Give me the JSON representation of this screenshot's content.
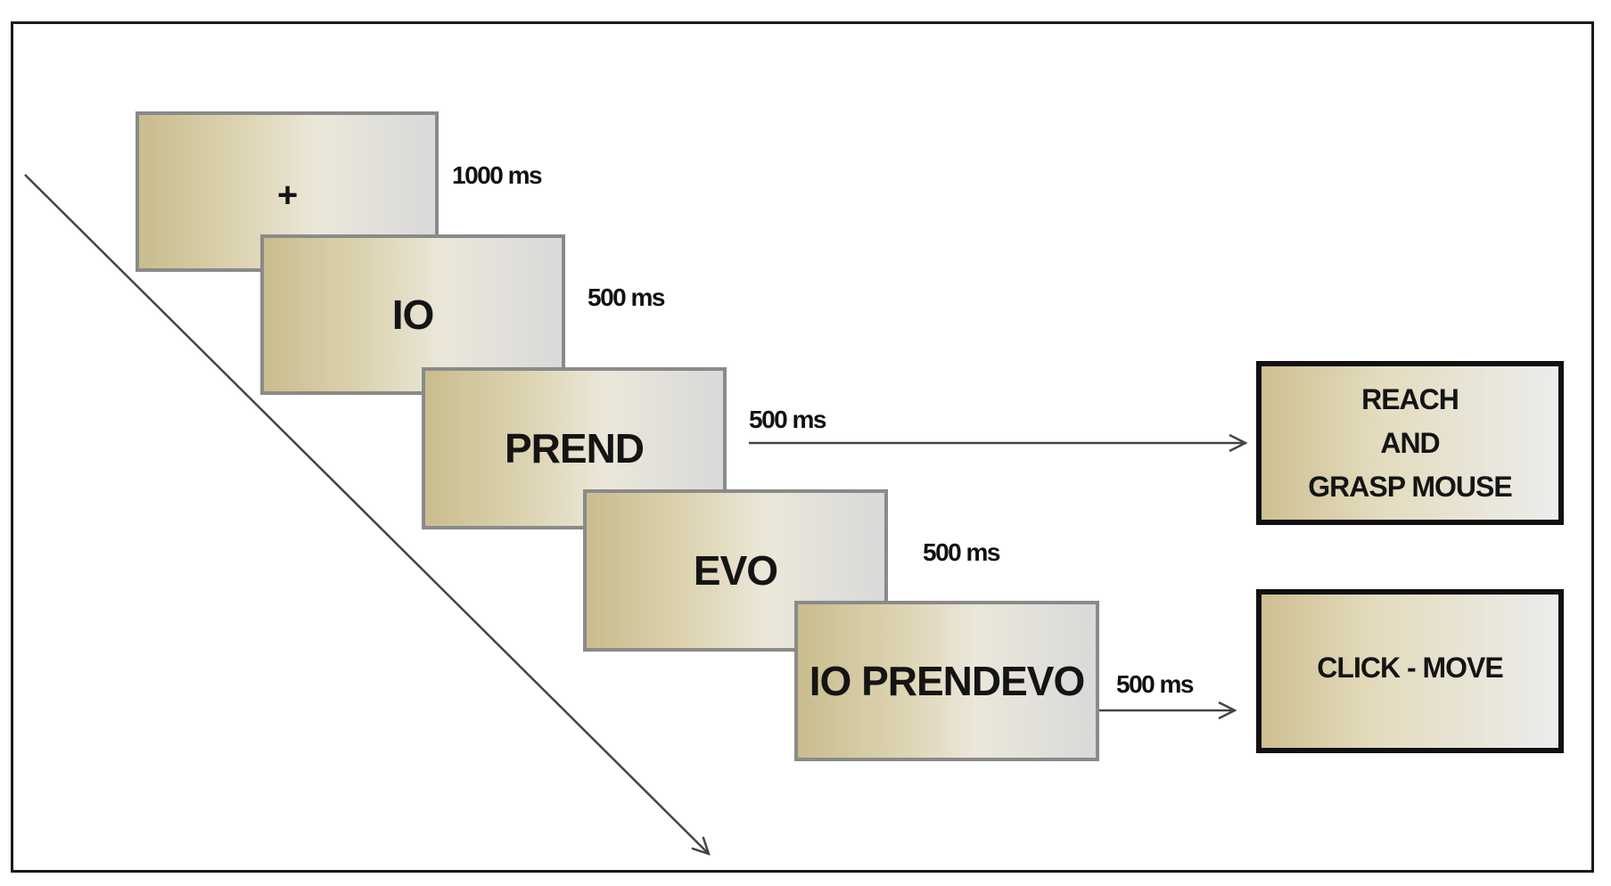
{
  "screens": [
    {
      "label": "+",
      "duration": "1000 ms"
    },
    {
      "label": "IO",
      "duration": "500 ms"
    },
    {
      "label": "PREND",
      "duration": "500 ms"
    },
    {
      "label": "EVO",
      "duration": "500 ms"
    },
    {
      "label": "IO PRENDEVO",
      "duration": "500 ms"
    }
  ],
  "responses": [
    {
      "lines": [
        "REACH",
        "AND",
        "GRASP MOUSE"
      ]
    },
    {
      "lines": [
        "CLICK - MOVE"
      ]
    }
  ],
  "colors": {
    "screen_gradient_start": "#c9bd8e",
    "screen_gradient_end": "#d9d9d9",
    "screen_border": "#8a8a8a",
    "response_border": "#111111",
    "arrow": "#444444"
  }
}
